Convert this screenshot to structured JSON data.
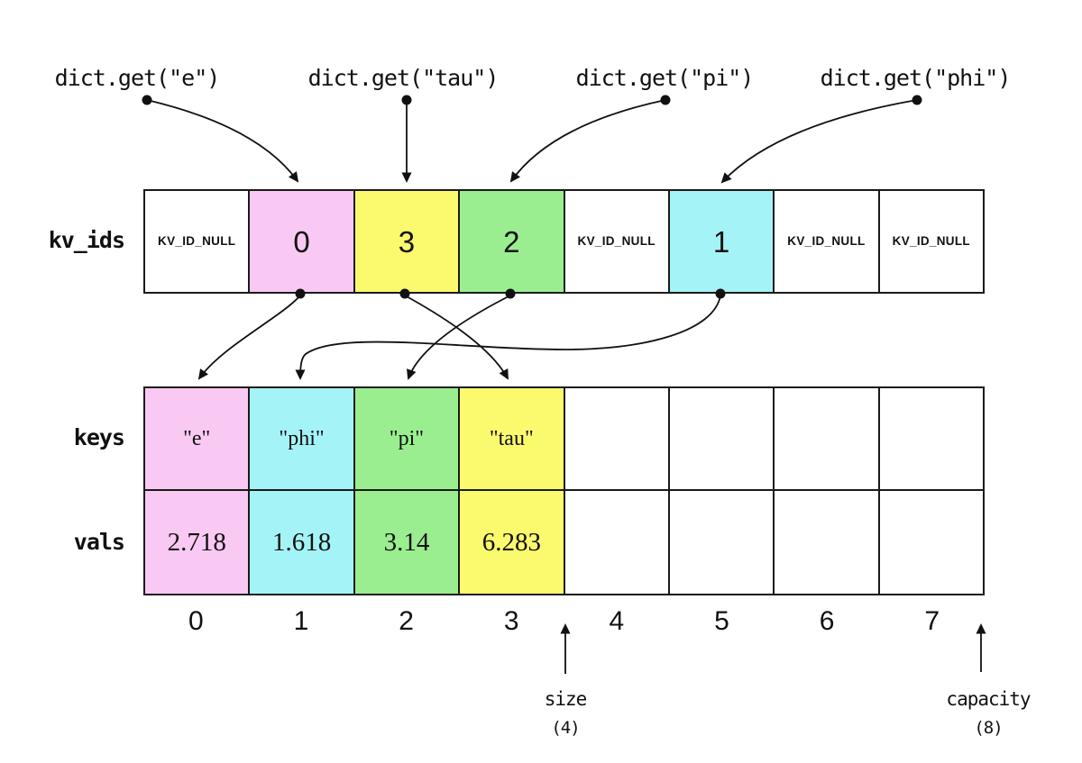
{
  "queries": [
    {
      "label": "dict.get(\"e\")"
    },
    {
      "label": "dict.get(\"tau\")"
    },
    {
      "label": "dict.get(\"pi\")"
    },
    {
      "label": "dict.get(\"phi\")"
    }
  ],
  "rows": {
    "kv_ids": {
      "label": "kv_ids",
      "cells": [
        {
          "text": "KV_ID_NULL",
          "bg": "#ffffff"
        },
        {
          "text": "0",
          "bg": "#f9c9f3"
        },
        {
          "text": "3",
          "bg": "#fbf96d"
        },
        {
          "text": "2",
          "bg": "#9aee90"
        },
        {
          "text": "KV_ID_NULL",
          "bg": "#ffffff"
        },
        {
          "text": "1",
          "bg": "#a4f3f6"
        },
        {
          "text": "KV_ID_NULL",
          "bg": "#ffffff"
        },
        {
          "text": "KV_ID_NULL",
          "bg": "#ffffff"
        }
      ]
    },
    "keys": {
      "label": "keys",
      "cells": [
        {
          "text": "\"e\"",
          "bg": "#f9c9f3"
        },
        {
          "text": "\"phi\"",
          "bg": "#a4f3f6"
        },
        {
          "text": "\"pi\"",
          "bg": "#9aee90"
        },
        {
          "text": "\"tau\"",
          "bg": "#fbf96d"
        },
        {
          "text": "",
          "bg": "#ffffff"
        },
        {
          "text": "",
          "bg": "#ffffff"
        },
        {
          "text": "",
          "bg": "#ffffff"
        },
        {
          "text": "",
          "bg": "#ffffff"
        }
      ]
    },
    "vals": {
      "label": "vals",
      "cells": [
        {
          "text": "2.718",
          "bg": "#f9c9f3"
        },
        {
          "text": "1.618",
          "bg": "#a4f3f6"
        },
        {
          "text": "3.14",
          "bg": "#9aee90"
        },
        {
          "text": "6.283",
          "bg": "#fbf96d"
        },
        {
          "text": "",
          "bg": "#ffffff"
        },
        {
          "text": "",
          "bg": "#ffffff"
        },
        {
          "text": "",
          "bg": "#ffffff"
        },
        {
          "text": "",
          "bg": "#ffffff"
        }
      ]
    }
  },
  "indices": [
    "0",
    "1",
    "2",
    "3",
    "4",
    "5",
    "6",
    "7"
  ],
  "annotations": {
    "size": {
      "label": "size",
      "value": "(4)"
    },
    "capacity": {
      "label": "capacity",
      "value": "(8)"
    }
  },
  "colors": {
    "pink": "#f9c9f3",
    "cyan": "#a4f3f6",
    "green": "#9aee90",
    "yellow": "#fbf96d",
    "line": "#111111"
  }
}
